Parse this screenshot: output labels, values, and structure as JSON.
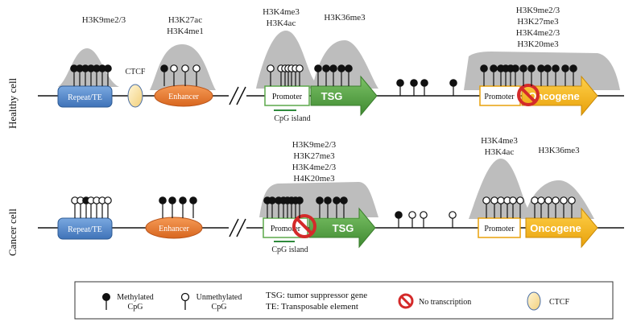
{
  "rows": {
    "healthy": {
      "side_label": "Healthy cell",
      "marks": {
        "repeat": [
          "H3K9me2/3"
        ],
        "ctcf": [
          "CTCF"
        ],
        "enhancer": [
          "H3K27ac",
          "H3K4me1"
        ],
        "tsg_promoter": [
          "H3K4me3",
          "H3K4ac"
        ],
        "tsg_body": [
          "H3K36me3"
        ],
        "oncogene": [
          "H3K9me2/3",
          "H3K27me3",
          "H3K4me2/3",
          "H3K20me3"
        ]
      },
      "boxes": {
        "repeat": "Repeat/TE",
        "enhancer": "Enhancer",
        "promoter1": "Promoter",
        "tsg": "TSG",
        "promoter2": "Promoter",
        "oncogene": "Oncogene"
      },
      "cpg_island": "CpG island"
    },
    "cancer": {
      "side_label": "Cancer cell",
      "marks": {
        "tsg": [
          "H3K9me2/3",
          "H3K27me3",
          "H3K4me2/3",
          "H4K20me3"
        ],
        "oncogene_promoter": [
          "H3K4me3",
          "H3K4ac"
        ],
        "oncogene_body": [
          "H3K36me3"
        ]
      },
      "boxes": {
        "repeat": "Repeat/TE",
        "enhancer": "Enhancer",
        "promoter1": "Promoter",
        "tsg": "TSG",
        "promoter2": "Promoter",
        "oncogene": "Oncogene"
      },
      "cpg_island": "CpG island"
    }
  },
  "legend": {
    "methylated": [
      "Methylated",
      "CpG"
    ],
    "unmethylated": [
      "Unmethylated",
      "CpG"
    ],
    "tsg_def": "TSG: tumor suppressor gene",
    "te_def": "TE: Transposable element",
    "no_transcription": "No transcription",
    "ctcf": "CTCF"
  },
  "colors": {
    "repeat": "#5b8fd0",
    "enhancer": "#e8792f",
    "tsg": "#5ca84a",
    "oncogene": "#f5b51c",
    "peak": "#bdbdbd",
    "ctcf": "#f5dc9a",
    "no_sign": "#d42a2a"
  }
}
